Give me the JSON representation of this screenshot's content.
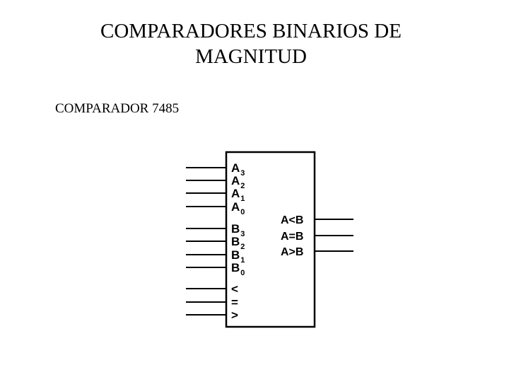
{
  "slide": {
    "title_line1": "COMPARADORES BINARIOS DE",
    "title_line2": "MAGNITUD",
    "subtitle": "COMPARADOR 7485"
  },
  "diagram": {
    "inputs": [
      {
        "main": "A",
        "sub": "3"
      },
      {
        "main": "A",
        "sub": "2"
      },
      {
        "main": "A",
        "sub": "1"
      },
      {
        "main": "A",
        "sub": "0"
      },
      {
        "main": "B",
        "sub": "3"
      },
      {
        "main": "B",
        "sub": "2"
      },
      {
        "main": "B",
        "sub": "1"
      },
      {
        "main": "B",
        "sub": "0"
      },
      {
        "main": "<",
        "sub": ""
      },
      {
        "main": "=",
        "sub": ""
      },
      {
        "main": ">",
        "sub": ""
      }
    ],
    "outputs": [
      "A<B",
      "A=B",
      "A>B"
    ]
  }
}
